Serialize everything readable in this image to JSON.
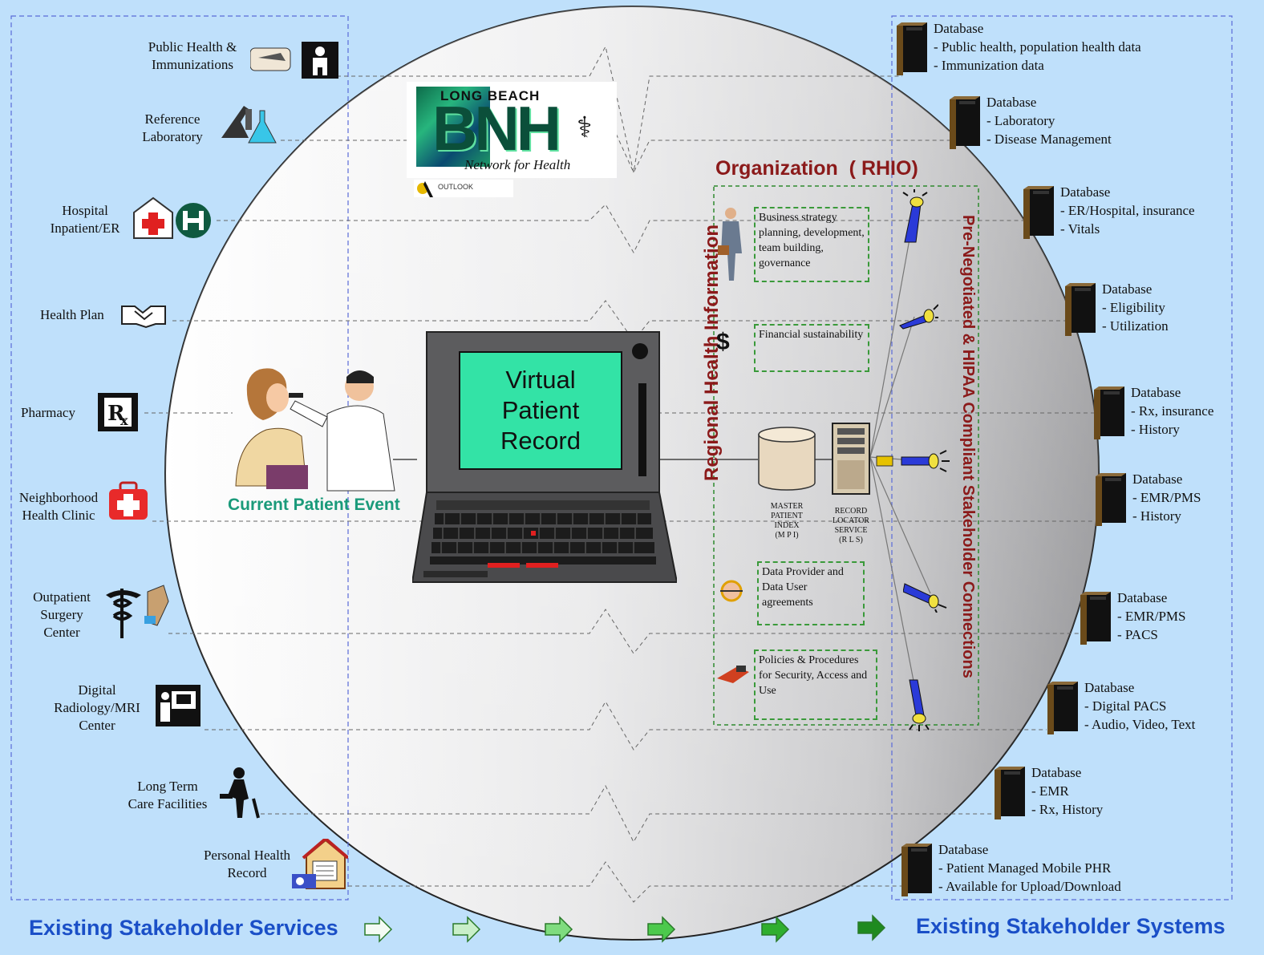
{
  "left_services": [
    {
      "label": "Public Health &\nImmunizations",
      "icon": "public-health-icon"
    },
    {
      "label": "Reference\nLaboratory",
      "icon": "laboratory-icon"
    },
    {
      "label": "Hospital\nInpatient/ER",
      "icon": "hospital-icon"
    },
    {
      "label": "Health Plan",
      "icon": "handshake-icon"
    },
    {
      "label": "Pharmacy",
      "icon": "pharmacy-rx-icon"
    },
    {
      "label": "Neighborhood\nHealth Clinic",
      "icon": "first-aid-kit-icon"
    },
    {
      "label": "Outpatient\nSurgery\nCenter",
      "icon": "caduceus-icon"
    },
    {
      "label": "Digital\nRadiology/MRI\nCenter",
      "icon": "xray-icon"
    },
    {
      "label": "Long Term\nCare Facilities",
      "icon": "person-cane-icon"
    },
    {
      "label": "Personal Health\nRecord",
      "icon": "house-record-icon"
    }
  ],
  "right_databases": [
    {
      "title": "Database",
      "lines": [
        "- Public health, population health data",
        "- Immunization data"
      ]
    },
    {
      "title": "Database",
      "lines": [
        "- Laboratory",
        "- Disease Management"
      ]
    },
    {
      "title": "Database",
      "lines": [
        "- ER/Hospital, insurance",
        "- Vitals"
      ]
    },
    {
      "title": "Database",
      "lines": [
        "- Eligibility",
        "- Utilization"
      ]
    },
    {
      "title": "Database",
      "lines": [
        "- Rx, insurance",
        "- History"
      ]
    },
    {
      "title": "Database",
      "lines": [
        "- EMR/PMS",
        "- History"
      ]
    },
    {
      "title": "Database",
      "lines": [
        "- EMR/PMS",
        "- PACS"
      ]
    },
    {
      "title": "Database",
      "lines": [
        "- Digital PACS",
        "- Audio, Video, Text"
      ]
    },
    {
      "title": "Database",
      "lines": [
        "- EMR",
        "- Rx, History"
      ]
    },
    {
      "title": "Database",
      "lines": [
        "- Patient Managed Mobile PHR",
        "- Available for Upload/Download"
      ]
    }
  ],
  "logo": {
    "top": "LONG BEACH",
    "letters": "BNH",
    "tagline": "Network for Health",
    "sub": "OUTLOOK"
  },
  "laptop": {
    "screen_text": [
      "Virtual",
      "Patient",
      "Record"
    ]
  },
  "current_event": "Current Patient Event",
  "rhio": {
    "title": "Organization  ( RHIO)",
    "vertical_title": "Regional Health Information",
    "boxes": [
      "Business strategy planning, development, team building, governance",
      "Financial sustainability",
      "Data Provider and Data User agreements",
      "Policies & Procedures for Security, Access and Use"
    ],
    "mpi_label": "MASTER\nPATIENT\nINDEX\n(M P I)",
    "rls_label": "RECORD\nLOCATOR\nSERVICE\n(R L S)",
    "dollar": "$"
  },
  "right_vertical": "Pre-Negotiated & HIPAA Compliant Stakeholder Connections",
  "footer": {
    "left": "Existing Stakeholder Services",
    "right": "Existing Stakeholder Systems"
  },
  "colors": {
    "background": "#bfe0fb",
    "footer_text": "#1a4fc7",
    "rhio_title": "#8b1a1a",
    "screen": "#33e3a6",
    "accent_green": "#2e9a2e"
  }
}
